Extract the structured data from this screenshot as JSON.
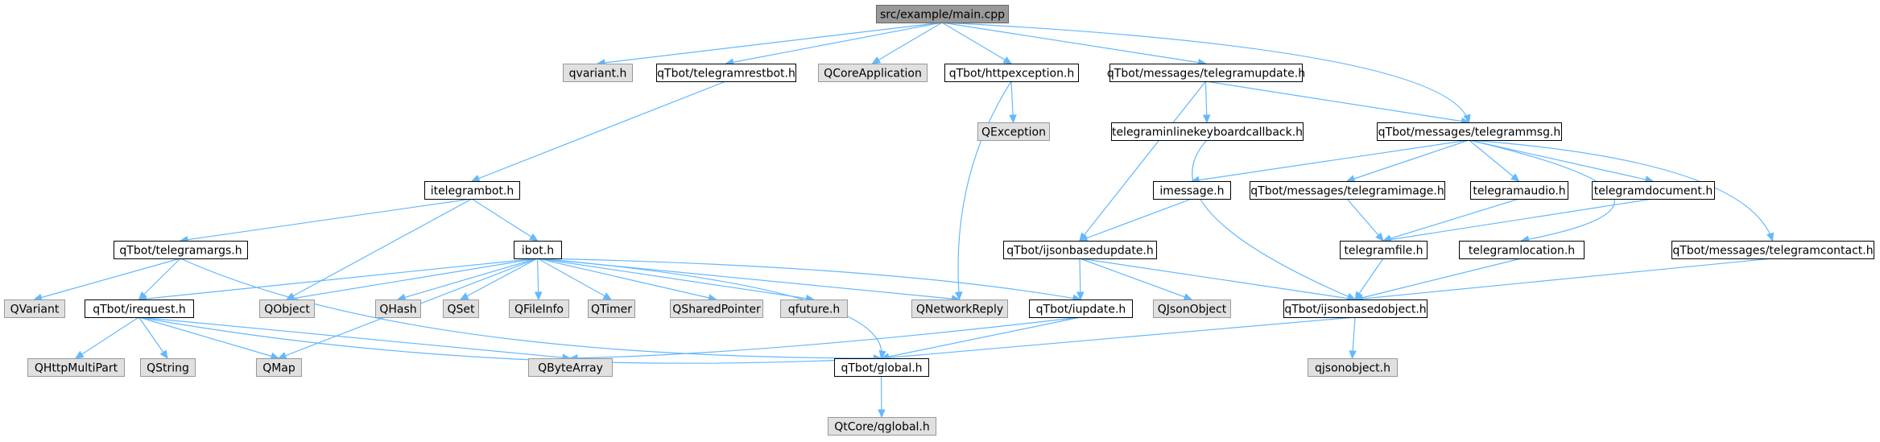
{
  "graph": {
    "colors": {
      "root_fill": "#999999",
      "root_stroke": "#666666",
      "project_fill": "#ffffff",
      "project_stroke": "#000000",
      "external_fill": "#e0e0e0",
      "external_stroke": "#999999",
      "edge": "#63b8ff"
    },
    "nodes": [
      {
        "id": "main",
        "label": "src/example/main.cpp",
        "kind": "root"
      },
      {
        "id": "qvariant_h",
        "label": "qvariant.h",
        "kind": "external"
      },
      {
        "id": "telegramrestbot",
        "label": "qTbot/telegramrestbot.h",
        "kind": "project"
      },
      {
        "id": "qcoreapp",
        "label": "QCoreApplication",
        "kind": "external"
      },
      {
        "id": "httpexception",
        "label": "qTbot/httpexception.h",
        "kind": "project"
      },
      {
        "id": "telegramupdate",
        "label": "qTbot/messages/telegramupdate.h",
        "kind": "project"
      },
      {
        "id": "qexception",
        "label": "QException",
        "kind": "external"
      },
      {
        "id": "inlinekb",
        "label": "telegraminlinekeyboardcallback.h",
        "kind": "project"
      },
      {
        "id": "telegrammsg",
        "label": "qTbot/messages/telegrammsg.h",
        "kind": "project"
      },
      {
        "id": "itelegrambot",
        "label": "itelegrambot.h",
        "kind": "project"
      },
      {
        "id": "imessage",
        "label": "imessage.h",
        "kind": "project"
      },
      {
        "id": "telegramimage",
        "label": "qTbot/messages/telegramimage.h",
        "kind": "project"
      },
      {
        "id": "telegramaudio",
        "label": "telegramaudio.h",
        "kind": "project"
      },
      {
        "id": "telegramdocument",
        "label": "telegramdocument.h",
        "kind": "project"
      },
      {
        "id": "telegramargs",
        "label": "qTbot/telegramargs.h",
        "kind": "project"
      },
      {
        "id": "ibot",
        "label": "ibot.h",
        "kind": "project"
      },
      {
        "id": "ijsonbasedupdate",
        "label": "qTbot/ijsonbasedupdate.h",
        "kind": "project"
      },
      {
        "id": "telegramfile",
        "label": "telegramfile.h",
        "kind": "project"
      },
      {
        "id": "telegramlocation",
        "label": "telegramlocation.h",
        "kind": "project"
      },
      {
        "id": "telegramcontact",
        "label": "qTbot/messages/telegramcontact.h",
        "kind": "project"
      },
      {
        "id": "QVariant",
        "label": "QVariant",
        "kind": "external"
      },
      {
        "id": "irequest",
        "label": "qTbot/irequest.h",
        "kind": "project"
      },
      {
        "id": "QObject",
        "label": "QObject",
        "kind": "external"
      },
      {
        "id": "QHash",
        "label": "QHash",
        "kind": "external"
      },
      {
        "id": "QSet",
        "label": "QSet",
        "kind": "external"
      },
      {
        "id": "QFileInfo",
        "label": "QFileInfo",
        "kind": "external"
      },
      {
        "id": "QTimer",
        "label": "QTimer",
        "kind": "external"
      },
      {
        "id": "QSharedPointer",
        "label": "QSharedPointer",
        "kind": "external"
      },
      {
        "id": "qfuture",
        "label": "qfuture.h",
        "kind": "external"
      },
      {
        "id": "QNetworkReply",
        "label": "QNetworkReply",
        "kind": "external"
      },
      {
        "id": "iupdate",
        "label": "qTbot/iupdate.h",
        "kind": "project"
      },
      {
        "id": "QJsonObject",
        "label": "QJsonObject",
        "kind": "external"
      },
      {
        "id": "ijsonbasedobject",
        "label": "qTbot/ijsonbasedobject.h",
        "kind": "project"
      },
      {
        "id": "QHttpMultiPart",
        "label": "QHttpMultiPart",
        "kind": "external"
      },
      {
        "id": "QString",
        "label": "QString",
        "kind": "external"
      },
      {
        "id": "QMap",
        "label": "QMap",
        "kind": "external"
      },
      {
        "id": "QByteArray",
        "label": "QByteArray",
        "kind": "external"
      },
      {
        "id": "global",
        "label": "qTbot/global.h",
        "kind": "project"
      },
      {
        "id": "qjsonobject_h",
        "label": "qjsonobject.h",
        "kind": "external"
      },
      {
        "id": "qglobal",
        "label": "QtCore/qglobal.h",
        "kind": "external"
      }
    ],
    "edges": [
      [
        "main",
        "qvariant_h"
      ],
      [
        "main",
        "telegramrestbot"
      ],
      [
        "main",
        "qcoreapp"
      ],
      [
        "main",
        "httpexception"
      ],
      [
        "main",
        "telegramupdate"
      ],
      [
        "main",
        "telegrammsg"
      ],
      [
        "httpexception",
        "qexception"
      ],
      [
        "httpexception",
        "QNetworkReply"
      ],
      [
        "telegramrestbot",
        "itelegrambot"
      ],
      [
        "telegramupdate",
        "inlinekb"
      ],
      [
        "telegramupdate",
        "telegrammsg"
      ],
      [
        "telegramupdate",
        "ijsonbasedupdate"
      ],
      [
        "inlinekb",
        "ijsonbasedobject"
      ],
      [
        "telegrammsg",
        "imessage"
      ],
      [
        "telegrammsg",
        "telegramimage"
      ],
      [
        "telegrammsg",
        "telegramaudio"
      ],
      [
        "telegrammsg",
        "telegramdocument"
      ],
      [
        "telegrammsg",
        "telegramlocation"
      ],
      [
        "telegrammsg",
        "telegramcontact"
      ],
      [
        "itelegrambot",
        "telegramargs"
      ],
      [
        "itelegrambot",
        "ibot"
      ],
      [
        "itelegrambot",
        "QObject"
      ],
      [
        "imessage",
        "ijsonbasedupdate"
      ],
      [
        "telegramimage",
        "telegramfile"
      ],
      [
        "telegramaudio",
        "telegramfile"
      ],
      [
        "telegramdocument",
        "telegramfile"
      ],
      [
        "telegramargs",
        "QVariant"
      ],
      [
        "telegramargs",
        "irequest"
      ],
      [
        "telegramargs",
        "global"
      ],
      [
        "ibot",
        "irequest"
      ],
      [
        "ibot",
        "QObject"
      ],
      [
        "ibot",
        "QHash"
      ],
      [
        "ibot",
        "QSet"
      ],
      [
        "ibot",
        "QFileInfo"
      ],
      [
        "ibot",
        "QTimer"
      ],
      [
        "ibot",
        "QSharedPointer"
      ],
      [
        "ibot",
        "qfuture"
      ],
      [
        "ibot",
        "QNetworkReply"
      ],
      [
        "ibot",
        "iupdate"
      ],
      [
        "ibot",
        "QMap"
      ],
      [
        "ibot",
        "global"
      ],
      [
        "ijsonbasedupdate",
        "iupdate"
      ],
      [
        "ijsonbasedupdate",
        "QJsonObject"
      ],
      [
        "ijsonbasedupdate",
        "ijsonbasedobject"
      ],
      [
        "telegramfile",
        "ijsonbasedobject"
      ],
      [
        "telegramlocation",
        "ijsonbasedobject"
      ],
      [
        "telegramcontact",
        "ijsonbasedobject"
      ],
      [
        "irequest",
        "QHttpMultiPart"
      ],
      [
        "irequest",
        "QString"
      ],
      [
        "irequest",
        "QMap"
      ],
      [
        "irequest",
        "QByteArray"
      ],
      [
        "irequest",
        "global"
      ],
      [
        "iupdate",
        "QByteArray"
      ],
      [
        "iupdate",
        "global"
      ],
      [
        "ijsonbasedobject",
        "global"
      ],
      [
        "ijsonbasedobject",
        "qjsonobject_h"
      ],
      [
        "global",
        "qglobal"
      ]
    ]
  }
}
